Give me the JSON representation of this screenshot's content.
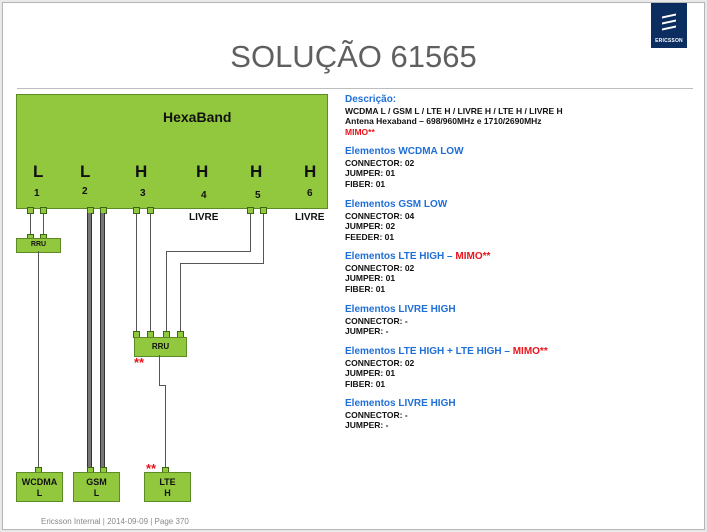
{
  "title": "SOLUÇÃO 61565",
  "logo": {
    "text": "ERICSSON",
    "icon": "ericsson-logo"
  },
  "antenna": {
    "label": "HexaBand",
    "bands": [
      "L",
      "L",
      "H",
      "H",
      "H",
      "H"
    ],
    "ports": [
      "1",
      "2",
      "3",
      "4",
      "5",
      "6"
    ],
    "free_label": "LIVRE"
  },
  "units": {
    "rru1": "RRU",
    "rru2": "RRU",
    "mimo_marker": "**",
    "wcdma": [
      "WCDMA",
      "L"
    ],
    "gsm": [
      "GSM",
      "L"
    ],
    "lte": [
      "LTE",
      "H"
    ]
  },
  "description": {
    "heading": "Descrição:",
    "line1": "WCDMA L / GSM L / LTE H / LIVRE H / LTE H / LIVRE H",
    "line2": "Antena Hexaband – 698/960MHz  e  1710/2690MHz",
    "mimo": "MIMO**"
  },
  "sections": [
    {
      "title": "Elementos WCDMA LOW",
      "mimo": "",
      "lines": [
        "CONNECTOR: 02",
        "JUMPER: 01",
        "FIBER: 01"
      ]
    },
    {
      "title": "Elementos GSM LOW",
      "mimo": "",
      "lines": [
        "CONNECTOR: 04",
        "JUMPER: 02",
        "FEEDER: 01"
      ]
    },
    {
      "title": "Elementos LTE HIGH – ",
      "mimo": "MIMO**",
      "lines": [
        "CONNECTOR: 02",
        "JUMPER: 01",
        "FIBER: 01"
      ]
    },
    {
      "title": "Elementos LIVRE HIGH",
      "mimo": "",
      "lines": [
        "CONNECTOR: -",
        "JUMPER: -"
      ]
    },
    {
      "title": "Elementos LTE HIGH + LTE HIGH – ",
      "mimo": "MIMO**",
      "lines": [
        "CONNECTOR: 02",
        "JUMPER: 01",
        "FIBER: 01"
      ]
    },
    {
      "title": "Elementos LIVRE HIGH",
      "mimo": "",
      "lines": [
        "CONNECTOR: -",
        "JUMPER: -"
      ]
    }
  ],
  "footer": "Ericsson Internal  |  2014-09-09  |  Page 370"
}
